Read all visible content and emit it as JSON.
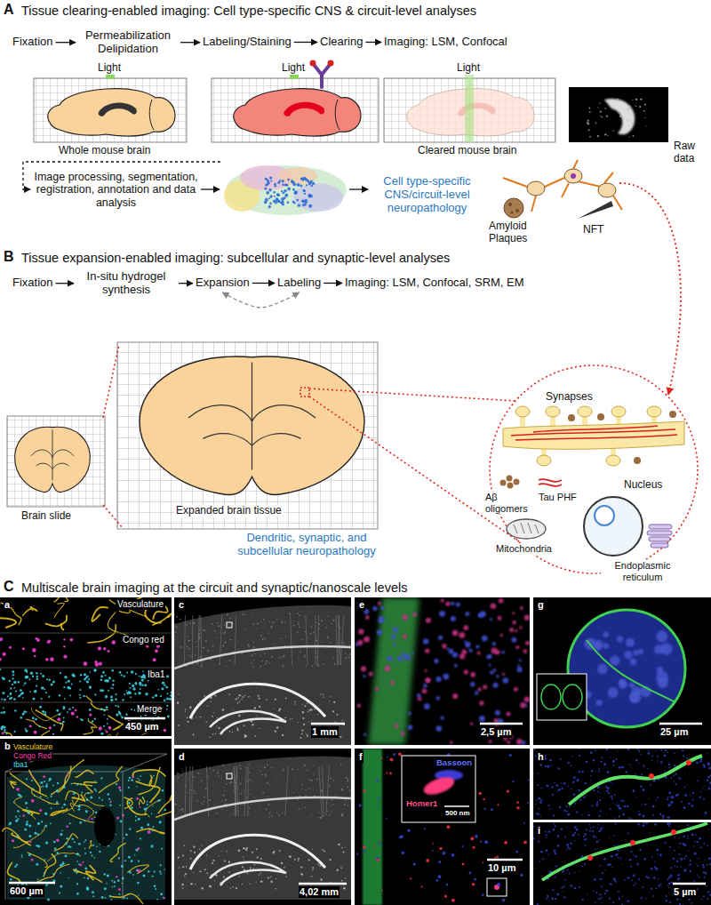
{
  "diagram": {
    "nodes": [
      {
        "text": [
          "Fixation"
        ]
      },
      {
        "text": [
          "Permeabilization Delipidation"
        ]
      },
      {
        "text": [
          "Labeling/Staining"
        ]
      },
      {
        "text": [
          "Clearing"
        ]
      },
      {
        "text": [
          "Imaging: LSM, Confocal"
        ]
      },
      {
        "text": [
          "Fixation"
        ]
      },
      {
        "text": [
          "In-situ hydrogel synthesis"
        ]
      },
      {
        "text": [
          "Expansion"
        ]
      },
      {
        "text": [
          "Labeling"
        ]
      },
      {
        "text": [
          "Imaging: LSM, Confocal, SRM, EM"
        ]
      }
    ],
    "edges": [
      {
        "from": 0,
        "to": 1,
        "arrow": "to"
      },
      {
        "from": 1,
        "to": 2,
        "arrow": "to"
      },
      {
        "from": 2,
        "to": 3,
        "arrow": "to"
      },
      {
        "from": 3,
        "to": 4,
        "arrow": "to"
      },
      {
        "from": 5,
        "to": 6,
        "arrow": "to"
      },
      {
        "from": 6,
        "to": 7,
        "arrow": "to"
      },
      {
        "from": 7,
        "to": 8,
        "arrow": "to"
      },
      {
        "from": 8,
        "to": 9,
        "arrow": "to"
      },
      {
        "from": 7,
        "to": 8,
        "arrow": "both"
      }
    ],
    "labels": [
      "A",
      "Tissue clearing-enabled imaging: Cell type-specific CNS & circuit-level analyses",
      "Light",
      "Light",
      "Light",
      "Whole mouse brain",
      "Cleared mouse brain",
      "Raw data",
      "Image processing, segmentation, registration, annotation and data analysis",
      "Cell type-specific CNS/circuit-level neuropathology",
      "Amyloid Plaques",
      "NFT",
      "B",
      "Tissue expansion-enabled imaging: subcellular and synaptic-level analyses",
      "Brain slide",
      "Expanded brain tissue",
      "Dendritic, synaptic, and subcellular neuropathology",
      "Synapses",
      "Aβ oligomers",
      "Tau PHF",
      "Nucleus",
      "Mitochondria",
      "Endoplasmic reticulum",
      "C",
      "Multiscale brain imaging at the circuit and synaptic/nanoscale levels",
      "a",
      "Vasculature",
      "Congo red",
      "Iba1",
      "Merge",
      "450 µm",
      "b",
      "Vasculature",
      "Congo Red",
      "Iba1",
      "600 µm",
      "c",
      "1 mm",
      "d",
      "4,02 mm",
      "e",
      "2,5 µm",
      "f",
      "Bassoon",
      "Homer1",
      "500 nm",
      "10 µm",
      "g",
      "25 µm",
      "h",
      "i",
      "5 µm"
    ]
  }
}
